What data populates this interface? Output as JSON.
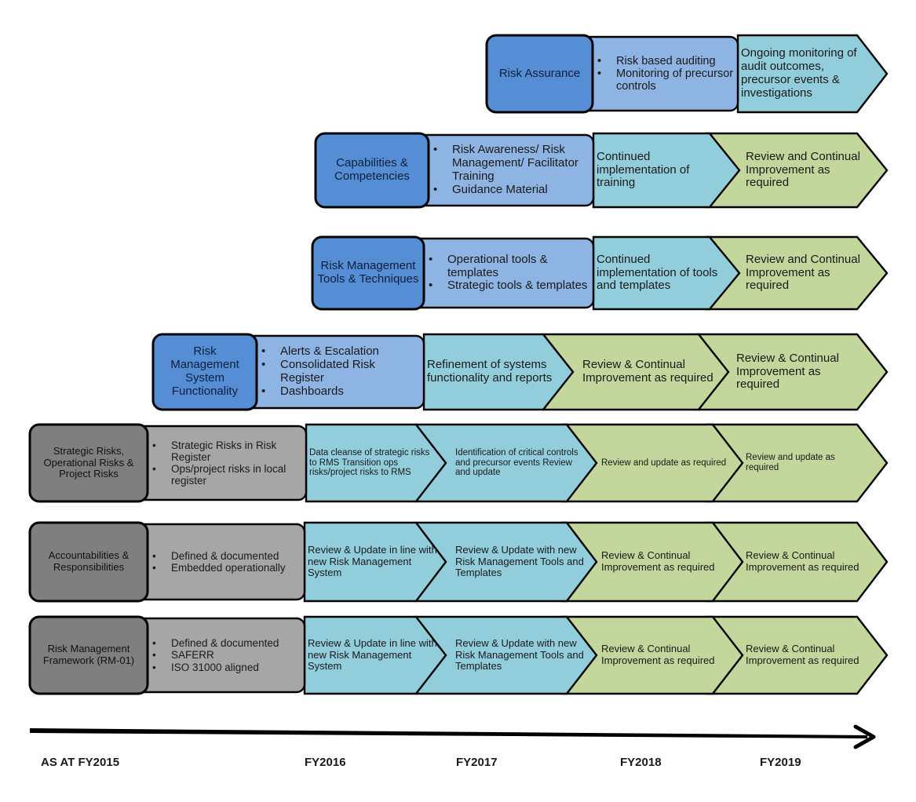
{
  "rows": [
    {
      "id": "risk-assurance",
      "title": "Risk Assurance",
      "bullets": [
        "Risk based auditing",
        "Monitoring of precursor controls"
      ],
      "phases": [
        {
          "text": "Ongoing monitoring of audit outcomes, precursor events & investigations",
          "color": "#92cddc"
        }
      ]
    },
    {
      "id": "capabilities",
      "title": "Capabilities & Competencies",
      "bullets": [
        "Risk Awareness/ Risk Management/ Facilitator Training",
        "Guidance Material"
      ],
      "phases": [
        {
          "text": "Continued implementation of training",
          "color": "#92cddc"
        },
        {
          "text": "Review and Continual Improvement as required",
          "color": "#c3d69b"
        }
      ]
    },
    {
      "id": "tools",
      "title": "Risk Management Tools & Techniques",
      "bullets": [
        "Operational tools & templates",
        "Strategic tools & templates"
      ],
      "phases": [
        {
          "text": "Continued implementation of tools and templates",
          "color": "#92cddc"
        },
        {
          "text": "Review and Continual Improvement as required",
          "color": "#c3d69b"
        }
      ]
    },
    {
      "id": "system",
      "title": "Risk Management System Functionality",
      "bullets": [
        "Alerts & Escalation",
        "Consolidated Risk Register",
        "Dashboards"
      ],
      "phases": [
        {
          "text": "Refinement of systems functionality and reports",
          "color": "#92cddc"
        },
        {
          "text": "Review & Continual Improvement as required",
          "color": "#c3d69b"
        },
        {
          "text": "Review & Continual Improvement as required",
          "color": "#c3d69b"
        }
      ]
    },
    {
      "id": "strategic",
      "title": "Strategic Risks, Operational Risks & Project Risks",
      "bullets": [
        "Strategic Risks in Risk Register",
        "Ops/project risks in local register"
      ],
      "phases": [
        {
          "text": "Data cleanse of strategic risks to RMS Transition ops risks/project risks to RMS",
          "color": "#92cddc"
        },
        {
          "text": "Identification of critical controls and precursor events Review and update",
          "color": "#92cddc"
        },
        {
          "text": "Review and update as required",
          "color": "#c3d69b"
        },
        {
          "text": "Review and update as required",
          "color": "#c3d69b"
        }
      ]
    },
    {
      "id": "accountabilities",
      "title": "Accountabilities & Responsibilities",
      "bullets": [
        "Defined & documented",
        "Embedded operationally"
      ],
      "phases": [
        {
          "text": "Review & Update in line with new Risk Management System",
          "color": "#92cddc"
        },
        {
          "text": "Review & Update with new Risk Management Tools and Templates",
          "color": "#92cddc"
        },
        {
          "text": "Review & Continual Improvement as required",
          "color": "#c3d69b"
        },
        {
          "text": "Review & Continual Improvement as required",
          "color": "#c3d69b"
        }
      ]
    },
    {
      "id": "framework",
      "title": "Risk Management Framework (RM-01)",
      "bullets": [
        "Defined & documented",
        "SAFERR",
        "ISO 31000 aligned"
      ],
      "phases": [
        {
          "text": "Review & Update in line with new Risk Management System",
          "color": "#92cddc"
        },
        {
          "text": "Review & Update with new Risk Management Tools and Templates",
          "color": "#92cddc"
        },
        {
          "text": "Review & Continual Improvement as required",
          "color": "#c3d69b"
        },
        {
          "text": "Review & Continual Improvement as required",
          "color": "#c3d69b"
        }
      ]
    }
  ],
  "axis": {
    "labels": [
      "AS AT FY2015",
      "FY2016",
      "FY2017",
      "FY2018",
      "FY2019"
    ]
  },
  "colors": {
    "title_blue": "#558ed5",
    "bullets_blue": "#8eb4e3",
    "title_gray": "#7f7f7f",
    "bullets_gray": "#a6a6a6",
    "phase_teal": "#92cddc",
    "phase_green": "#c3d69b",
    "outline": "#000000"
  }
}
